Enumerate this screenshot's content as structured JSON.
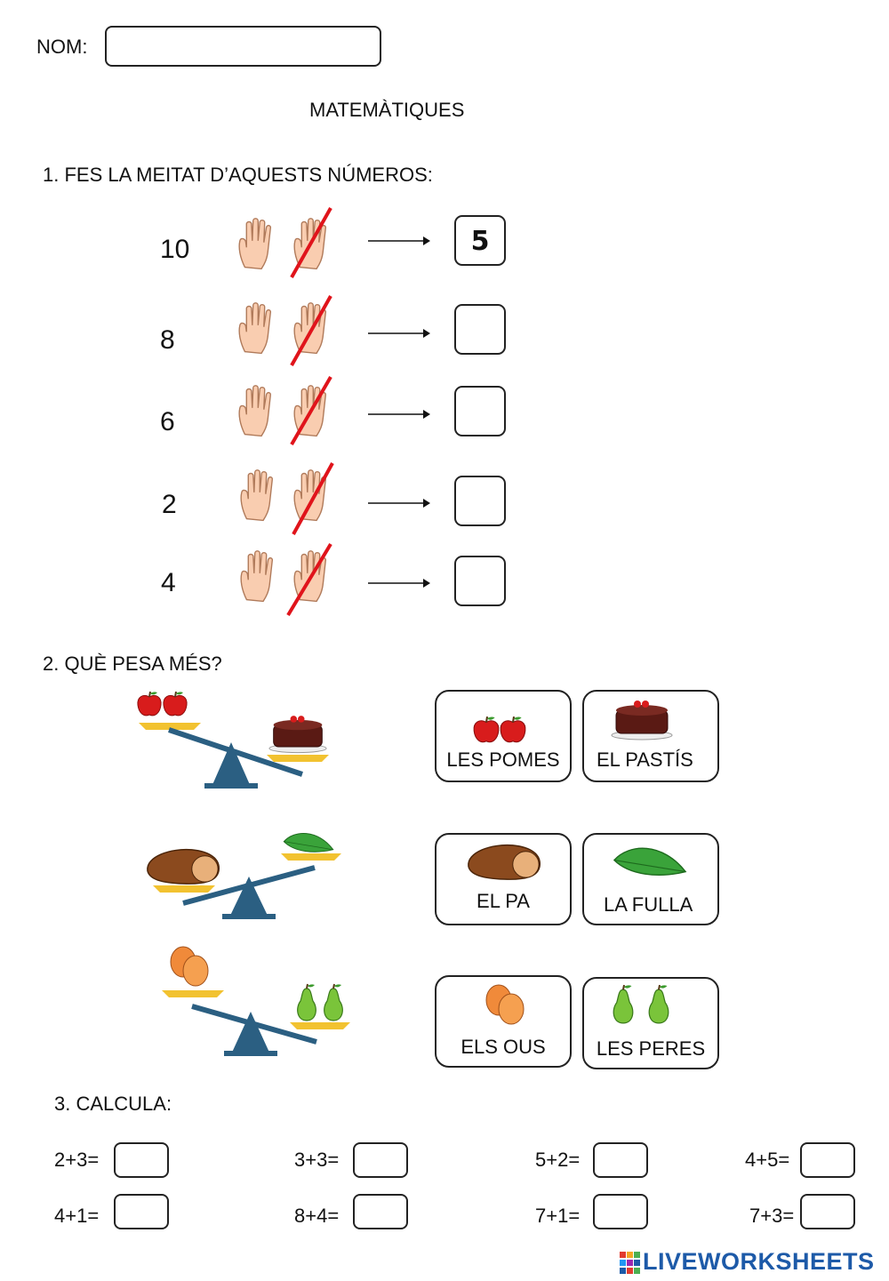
{
  "header": {
    "name_label": "NOM:",
    "name_value": "",
    "subject": "MATEMÀTIQUES"
  },
  "section1": {
    "title": "1. FES LA MEITAT D’AQUESTS NÚMEROS:",
    "rows": [
      {
        "number": "10",
        "answer": "5"
      },
      {
        "number": "8",
        "answer": ""
      },
      {
        "number": "6",
        "answer": ""
      },
      {
        "number": "2",
        "answer": ""
      },
      {
        "number": "4",
        "answer": ""
      }
    ]
  },
  "section2": {
    "title": "2. QUÈ PESA MÉS?",
    "rows": [
      {
        "option_a": "LES POMES",
        "option_b": "EL PASTÍS",
        "icon_a": "apples-icon",
        "icon_b": "cake-icon"
      },
      {
        "option_a": "EL PA",
        "option_b": "LA FULLA",
        "icon_a": "bread-icon",
        "icon_b": "leaf-icon"
      },
      {
        "option_a": "ELS OUS",
        "option_b": "LES PERES",
        "icon_a": "eggs-icon",
        "icon_b": "pears-icon"
      }
    ]
  },
  "section3": {
    "title": "3. CALCULA:",
    "row1": [
      "2+3=",
      "3+3=",
      "5+2=",
      "4+5="
    ],
    "row2": [
      "4+1=",
      "8+4=",
      "7+1=",
      "7+3="
    ]
  },
  "footer": {
    "brand": "LIVEWORKSHEETS"
  },
  "colors": {
    "cross": "#e0141b",
    "skin": "#f9cdb0",
    "scale": "#2b5f82",
    "pan": "#f2c230",
    "logo_blue": "#1d5aa8"
  }
}
